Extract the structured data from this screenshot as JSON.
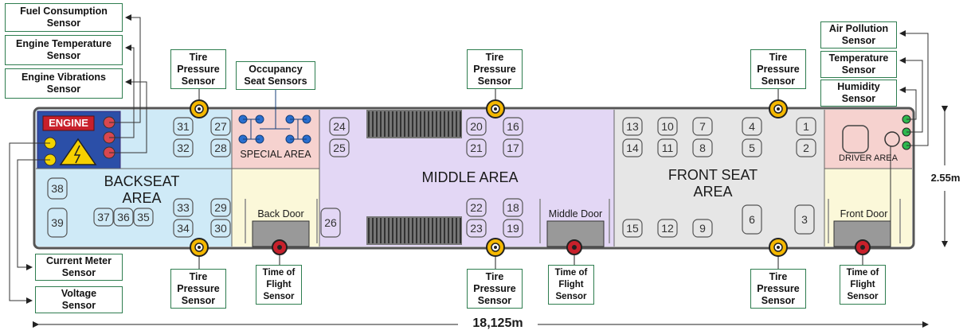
{
  "sensor_boxes": {
    "fuel": "Fuel Consumption\nSensor",
    "engine_temp": "Engine Temperature\nSensor",
    "engine_vib": "Engine Vibrations\nSensor",
    "current": "Current Meter\nSensor",
    "voltage": "Voltage\nSensor",
    "air": "Air Pollution\nSensor",
    "temp": "Temperature\nSensor",
    "humidity": "Humidity\nSensor",
    "occupancy": "Occupancy\nSeat Sensors"
  },
  "tire_label": "Tire\nPressure\nSensor",
  "tof_label": "Time of\nFlight\nSensor",
  "areas": {
    "engine": "ENGINE",
    "backseat": "BACKSEAT\nAREA",
    "special": "SPECIAL AREA",
    "middle": "MIDDLE AREA",
    "front": "FRONT SEAT\nAREA",
    "driver": "DRIVER AREA"
  },
  "doors": {
    "back": "Back Door",
    "middle": "Middle Door",
    "front": "Front Door"
  },
  "dimensions": {
    "length": "18,125m",
    "width": "2.55m"
  },
  "seats": [
    "1",
    "2",
    "3",
    "4",
    "5",
    "6",
    "7",
    "8",
    "9",
    "10",
    "11",
    "12",
    "13",
    "14",
    "15",
    "16",
    "17",
    "18",
    "19",
    "20",
    "21",
    "22",
    "23",
    "24",
    "25",
    "26",
    "27",
    "28",
    "29",
    "30",
    "31",
    "32",
    "33",
    "34",
    "35",
    "36",
    "37",
    "38",
    "39"
  ],
  "colors": {
    "backseat": "#cfeaf7",
    "special": "#f6d2cf",
    "middle": "#e3d7f5",
    "front": "#e6e6e6",
    "driver": "#f6d2cf",
    "door_zone": "#fbf8d9",
    "box_border": "#2e7d4f",
    "engine_bg": "#2b4fa8",
    "engine_label": "#c8202b"
  }
}
